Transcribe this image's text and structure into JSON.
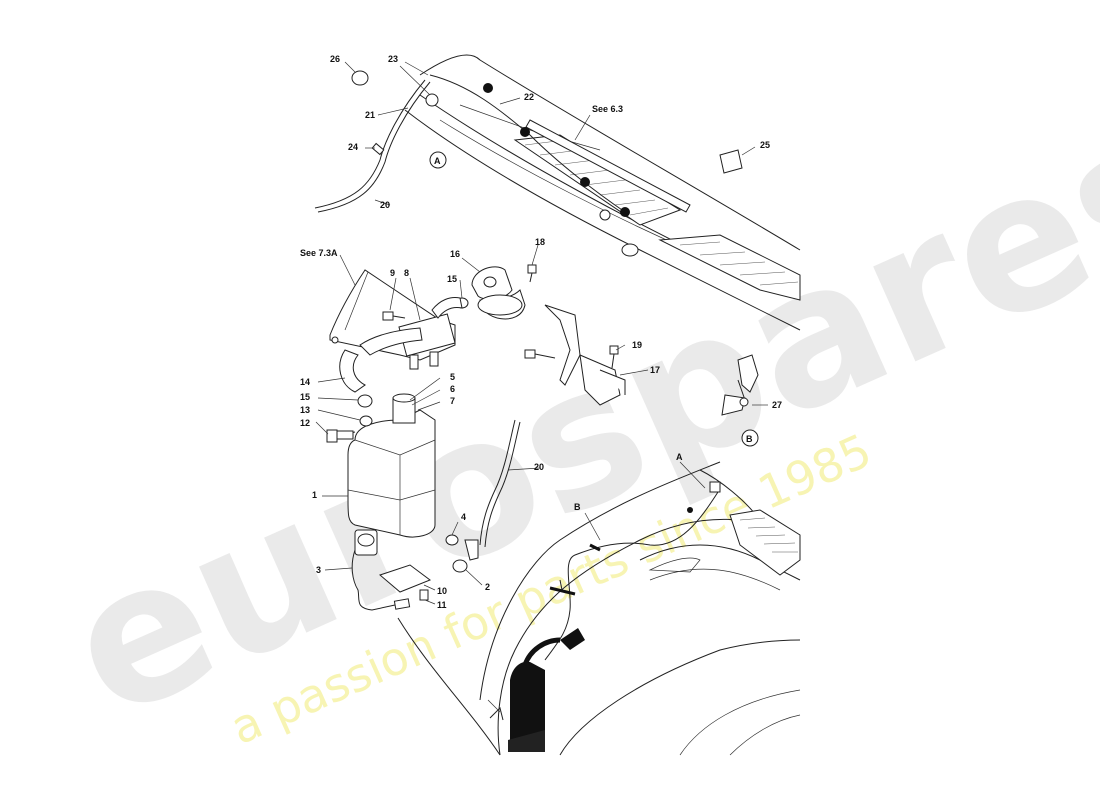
{
  "callouts": {
    "c1": "1",
    "c2": "2",
    "c3": "3",
    "c4": "4",
    "c5": "5",
    "c6": "6",
    "c7": "7",
    "c8": "8",
    "c9": "9",
    "c10": "10",
    "c11": "11",
    "c12": "12",
    "c13": "13",
    "c14": "14",
    "c15a": "15",
    "c15b": "15",
    "c16": "16",
    "c17": "17",
    "c18": "18",
    "c19": "19",
    "c20a": "20",
    "c20b": "20",
    "c21": "21",
    "c22": "22",
    "c23": "23",
    "c24": "24",
    "c25": "25",
    "c26": "26",
    "c27": "27"
  },
  "references": {
    "see_6_3": "See 6.3",
    "see_7_3a": "See 7.3A"
  },
  "view_labels": {
    "view_a": "A",
    "view_b": "B",
    "arrow_a": "A",
    "arrow_b": "B"
  },
  "watermark": {
    "brand": "eurospares",
    "tagline": "a passion for parts since 1985"
  }
}
